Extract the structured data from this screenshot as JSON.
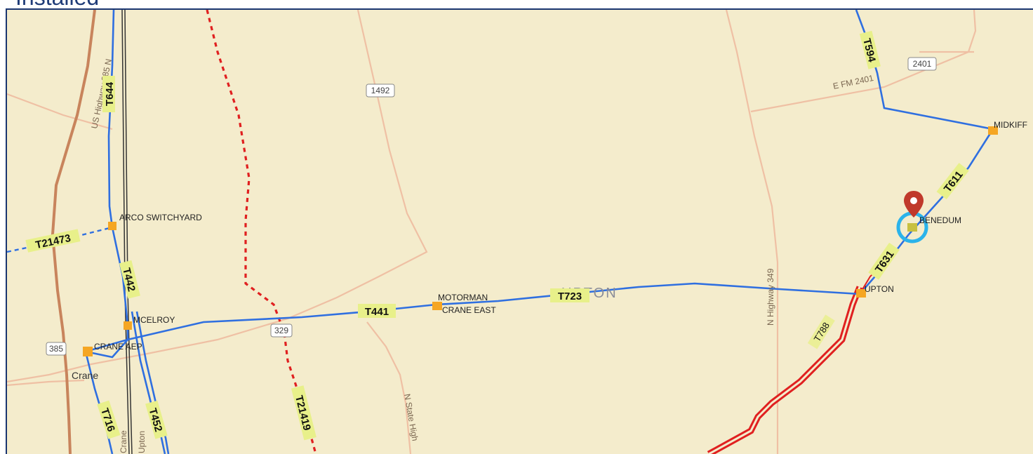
{
  "header": {
    "title": "Installed"
  },
  "map": {
    "substations": {
      "arco": "ARCO SWITCHYARD",
      "mcelroy": "MCELROY",
      "crane_aep": "CRANE AEP",
      "motorman": "MOTORMAN",
      "crane_east": "CRANE EAST",
      "upton": "UPTON",
      "benedum": "BENEDUM",
      "midkiff": "MIDKIFF"
    },
    "lines": {
      "t644": "T644",
      "t21473": "T21473",
      "t442": "T442",
      "t441": "T441",
      "t723": "T723",
      "t631": "T631",
      "t611": "T611",
      "t594": "T594",
      "t788": "T788",
      "t716": "T716",
      "t452": "T452",
      "t21419": "T21419"
    },
    "roads": {
      "us385": "US Highway 385 N",
      "shield_385": "385",
      "shield_329": "329",
      "shield_1492": "1492",
      "shield_2401": "2401",
      "fm2401": "E FM 2401",
      "nhwy349": "N Highway 349",
      "nstate": "N State High",
      "crane_rd": "Crane",
      "upton_rd": "Upton"
    },
    "places": {
      "crane": "Crane",
      "upton_county": "UPTON"
    },
    "colors": {
      "base": "#f4eccc",
      "road": "#eeb89a",
      "highway": "#c8845c",
      "line": "#2f6fe0",
      "red_line": "#e02020",
      "substation": "#f5a623",
      "label_bg": "#e8f08a"
    },
    "marker": "location-pin-icon"
  }
}
